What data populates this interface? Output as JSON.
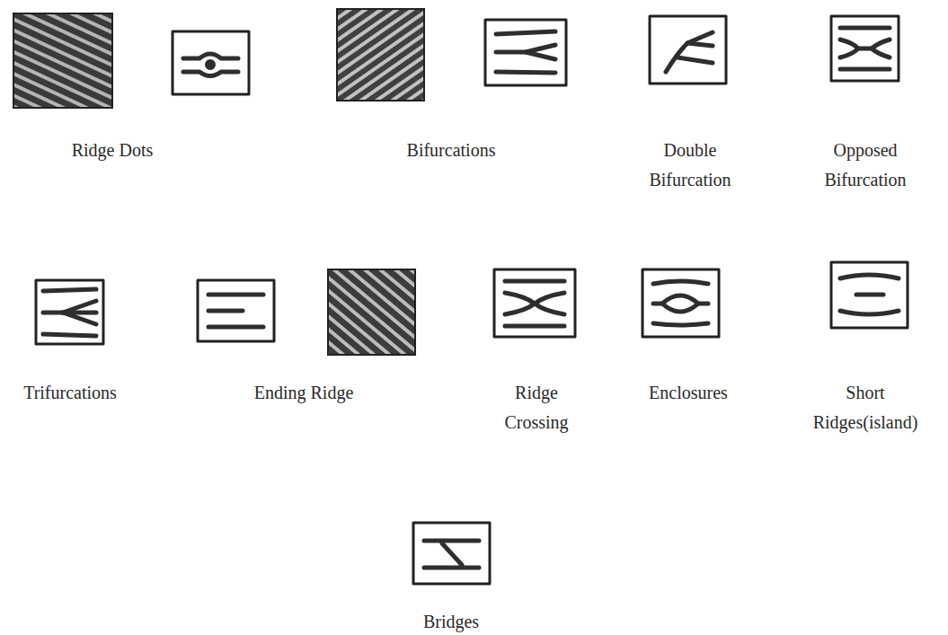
{
  "diagram": {
    "labels": [
      "Ridge Dots",
      "Bifurcations",
      "Double Bifurcation",
      "Opposed Bifurcation",
      "Trifurcations",
      "Ending Ridge",
      "Ridge Crossing",
      "Enclosures",
      "Short Ridges(island)",
      "Bridges"
    ]
  }
}
